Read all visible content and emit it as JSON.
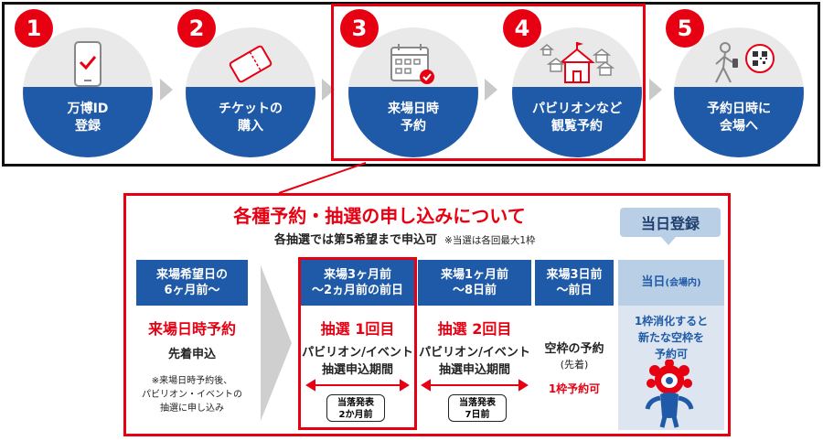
{
  "steps": [
    {
      "number": "1",
      "label_line1": "万博ID",
      "label_line2": "登録",
      "icon": "smartphone-check-icon"
    },
    {
      "number": "2",
      "label_line1": "チケットの",
      "label_line2": "購入",
      "icon": "ticket-icon"
    },
    {
      "number": "3",
      "label_line1": "来場日時",
      "label_line2": "予約",
      "icon": "calendar-check-icon"
    },
    {
      "number": "4",
      "label_line1": "パビリオンなど",
      "label_line2": "観覧予約",
      "icon": "pavilion-icon"
    },
    {
      "number": "5",
      "label_line1": "予約日時に",
      "label_line2": "会場へ",
      "icon": "walking-qr-icon"
    }
  ],
  "panel": {
    "title": "各種予約・抽選の申し込みについて",
    "subtitle": "各抽選では第5希望まで申込可",
    "subtitle_note": "※当選は各回最大1枠",
    "same_day_tag": "当日登録"
  },
  "columns": {
    "c1": {
      "head_line1": "来場希望日の",
      "head_line2": "6ヶ月前～",
      "main": "来場日時予約",
      "sub": "先着申込",
      "note_line1": "※来場日時予約後、",
      "note_line2": "パビリオン・イベントの",
      "note_line3": "抽選に申し込み"
    },
    "c2": {
      "head_line1": "来場3ヶ月前",
      "head_line2": "～2ヵ月前の前日",
      "main": "抽選 1回目",
      "line1": "パビリオン/イベント",
      "line2": "抽選申込期間",
      "bubble_line1": "当落発表",
      "bubble_line2": "2か月前"
    },
    "c3": {
      "head_line1": "来場1ヶ月前",
      "head_line2": "～8日前",
      "main": "抽選 2回目",
      "line1": "パビリオン/イベント",
      "line2": "抽選申込期間",
      "bubble_line1": "当落発表",
      "bubble_line2": "7日前"
    },
    "c4": {
      "head_line1": "来場3日前",
      "head_line2": "～前日",
      "line1": "空枠の予約",
      "line2": "(先着)",
      "red": "1枠予約可"
    },
    "c5": {
      "head_main": "当日",
      "head_paren": "(会場内)",
      "line1": "1枠消化すると",
      "line2": "新たな空枠を",
      "line3": "予約可"
    }
  },
  "colors": {
    "accent_red": "#e60012",
    "brand_blue": "#1f5aa8",
    "light_blue": "#b9cfe6"
  }
}
